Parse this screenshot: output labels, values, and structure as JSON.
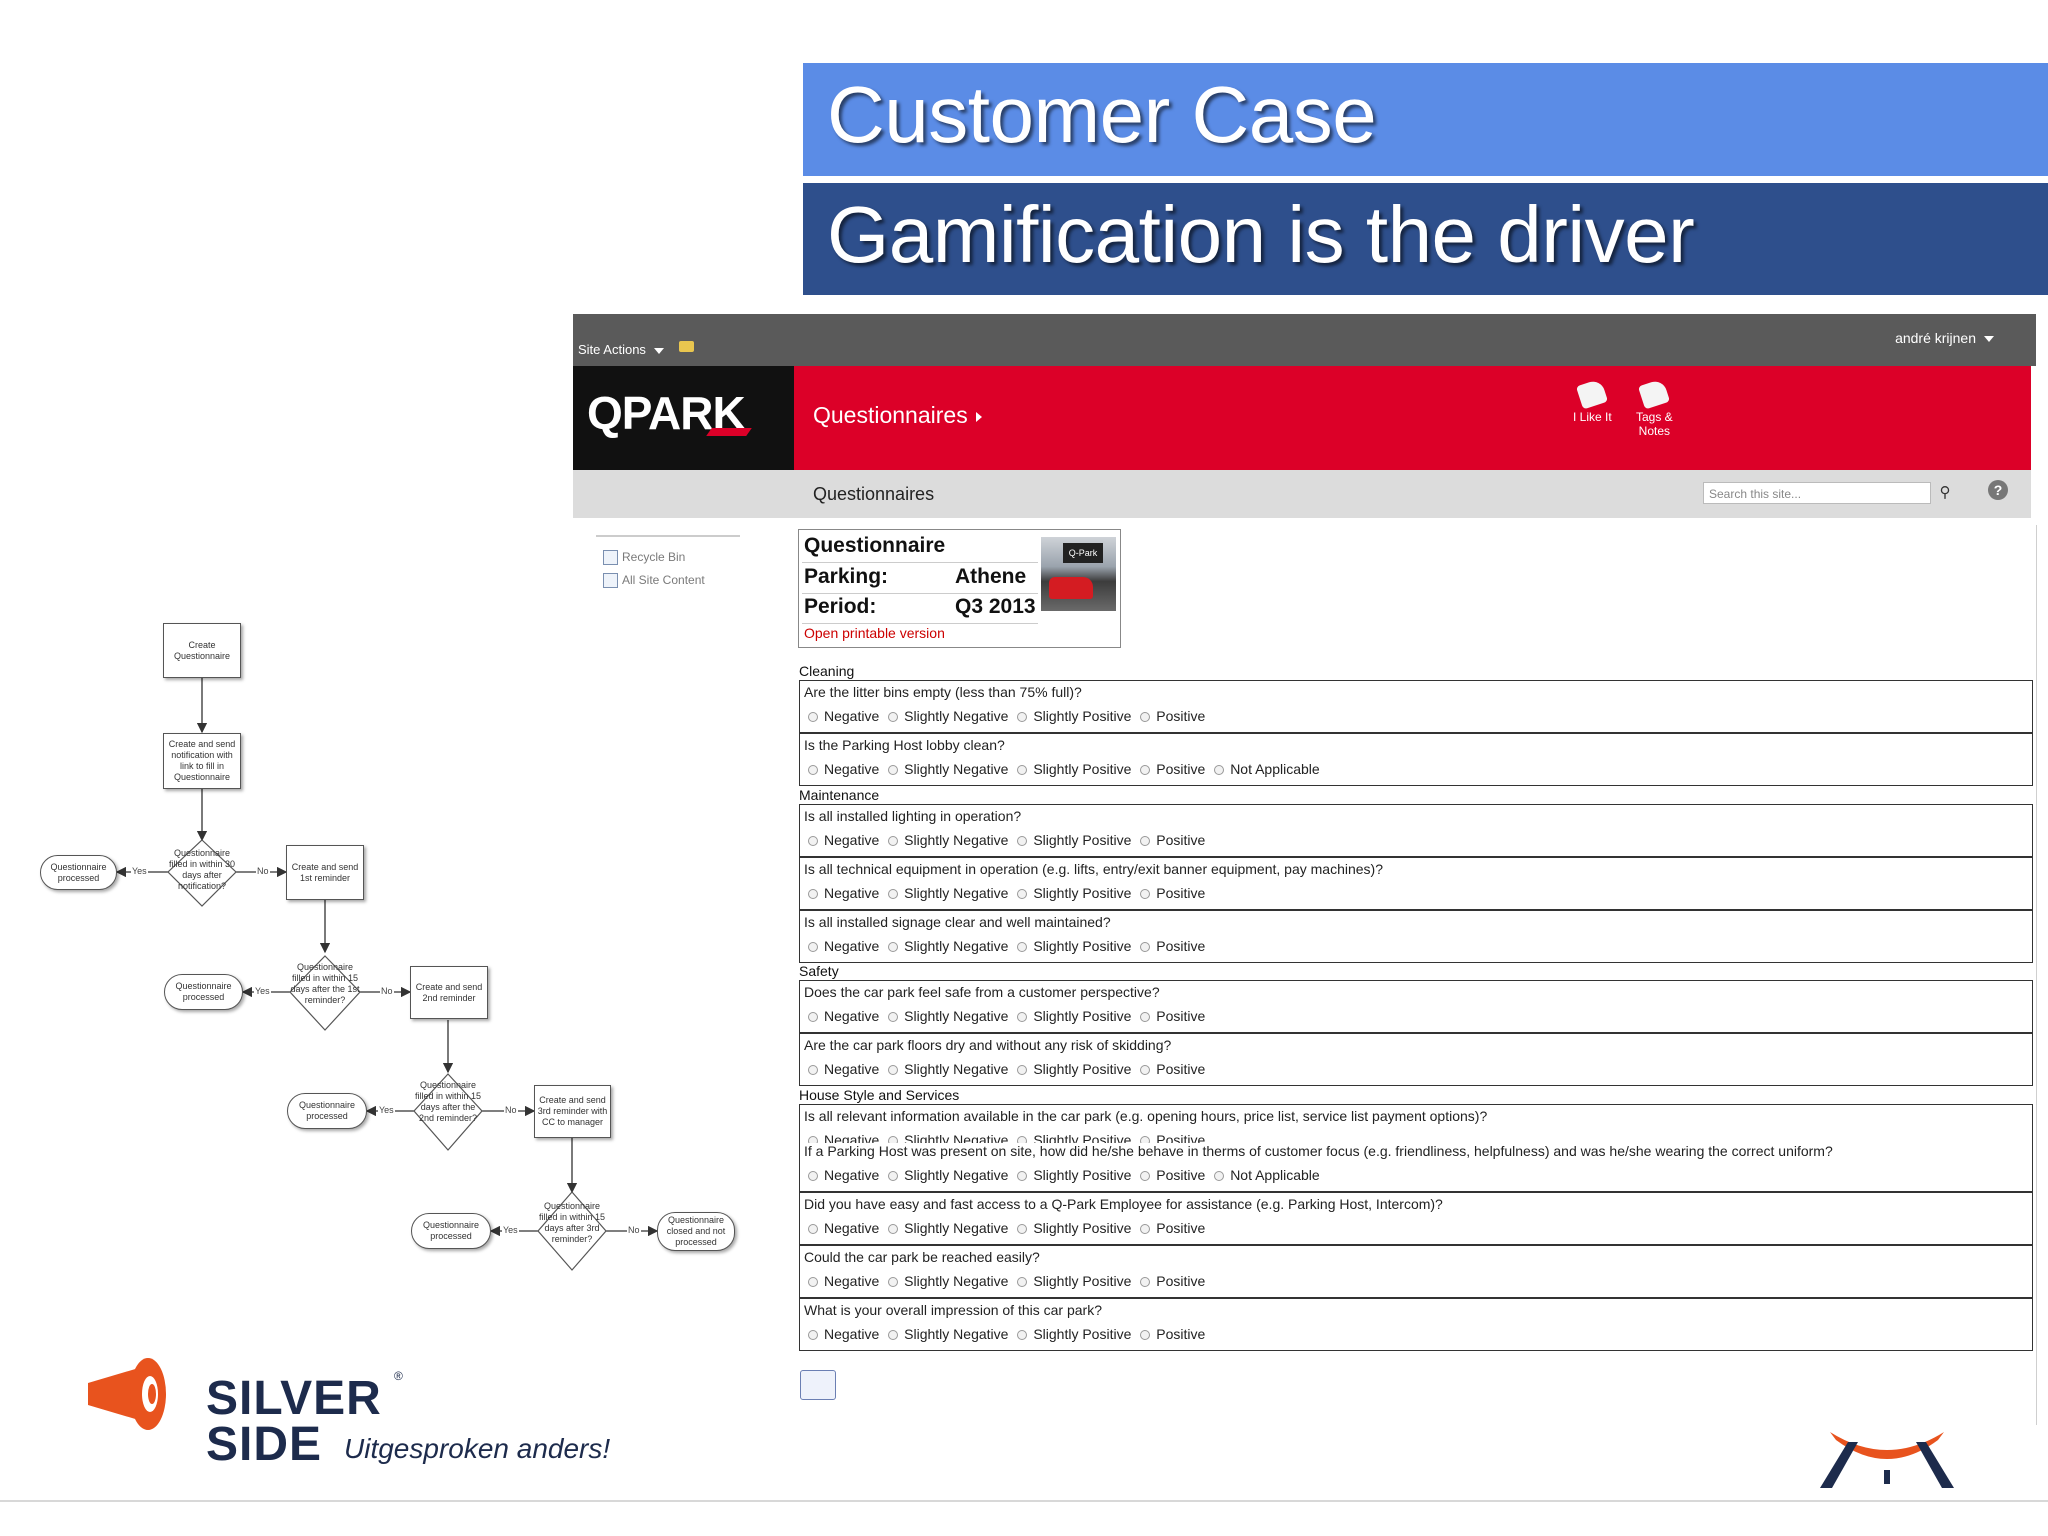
{
  "slide": {
    "title1": "Customer Case",
    "title2": "Gamification is the driver"
  },
  "sharepoint": {
    "site_actions": "Site Actions",
    "user": "andré krijnen",
    "logo": "QPARK",
    "site_title": "Questionnaires",
    "i_like_it": "I Like It",
    "tags_notes_1": "Tags &",
    "tags_notes_2": "Notes",
    "breadcrumb": "Questionnaires",
    "search_placeholder": "Search this site...",
    "help": "?",
    "leftnav": [
      "Recycle Bin",
      "All Site Content"
    ]
  },
  "questionnaire": {
    "heading": "Questionnaire",
    "parking_label": "Parking:",
    "parking_value": "Athene",
    "period_label": "Period:",
    "period_value": "Q3 2013",
    "print_link": "Open printable version",
    "photo_sign": "Q-Park"
  },
  "sections": [
    {
      "name": "Cleaning"
    },
    {
      "name": "Maintenance"
    },
    {
      "name": "Safety"
    },
    {
      "name": "House Style and Services"
    }
  ],
  "questions": [
    {
      "text": "Are the litter bins empty (less than 75% full)?",
      "options": [
        "Negative",
        "Slightly Negative",
        "Slightly Positive",
        "Positive"
      ]
    },
    {
      "text": "Is the Parking Host lobby clean?",
      "options": [
        "Negative",
        "Slightly Negative",
        "Slightly Positive",
        "Positive",
        "Not Applicable"
      ]
    },
    {
      "text": "Is all installed lighting in operation?",
      "options": [
        "Negative",
        "Slightly Negative",
        "Slightly Positive",
        "Positive"
      ]
    },
    {
      "text": "Is all technical equipment in operation (e.g. lifts, entry/exit banner equipment, pay machines)?",
      "options": [
        "Negative",
        "Slightly Negative",
        "Slightly Positive",
        "Positive"
      ]
    },
    {
      "text": "Is all installed signage clear and well maintained?",
      "options": [
        "Negative",
        "Slightly Negative",
        "Slightly Positive",
        "Positive"
      ]
    },
    {
      "text": "Does the car park feel safe from a customer perspective?",
      "options": [
        "Negative",
        "Slightly Negative",
        "Slightly Positive",
        "Positive"
      ]
    },
    {
      "text": "Are the car park floors dry and without any risk of skidding?",
      "options": [
        "Negative",
        "Slightly Negative",
        "Slightly Positive",
        "Positive"
      ]
    },
    {
      "text": "Is all relevant information available in the car park (e.g. opening hours, price list, service list payment options)?",
      "options": [
        "Negative",
        "Slightly Negative",
        "Slightly Positive",
        "Positive"
      ]
    },
    {
      "text": "If a Parking Host was present on site, how did he/she behave in therms of customer focus (e.g. friendliness, helpfulness) and was he/she wearing the correct uniform?",
      "options": [
        "Negative",
        "Slightly Negative",
        "Slightly Positive",
        "Positive",
        "Not Applicable"
      ]
    },
    {
      "text": "Did you have easy and fast access to a Q-Park Employee for assistance (e.g. Parking Host, Intercom)?",
      "options": [
        "Negative",
        "Slightly Negative",
        "Slightly Positive",
        "Positive"
      ]
    },
    {
      "text": "Could the car park be reached easily?",
      "options": [
        "Negative",
        "Slightly Negative",
        "Slightly Positive",
        "Positive"
      ]
    },
    {
      "text": "What is your overall impression of this car park?",
      "options": [
        "Negative",
        "Slightly Negative",
        "Slightly Positive",
        "Positive"
      ]
    }
  ],
  "flowchart": {
    "create": "Create Questionnaire",
    "notify": "Create and send notification with link to fill in Questionnaire",
    "d1": "Questionnaire filled in within 30 days after notification?",
    "d2": "Questionnaire filled in within 15 days after the 1st reminder?",
    "d3": "Questionnaire filled in within 15 days after the 2nd reminder?",
    "d4": "Questionnaire filled in within 15 days after 3rd reminder?",
    "r1": "Create and send 1st reminder",
    "r2": "Create and send 2nd reminder",
    "r3": "Create and send 3rd reminder with CC to manager",
    "processed": "Questionnaire processed",
    "closed": "Questionnaire closed and not processed",
    "yes": "Yes",
    "no": "No"
  },
  "branding": {
    "silver": "SILVER",
    "side": "SIDE",
    "reg": "®",
    "tagline": "Uitgesproken anders!"
  },
  "colors": {
    "banner_light": "#5b8ce6",
    "banner_dark": "#2e4f8c",
    "qpark_red": "#dc0028",
    "silverside_orange": "#e8531e"
  }
}
